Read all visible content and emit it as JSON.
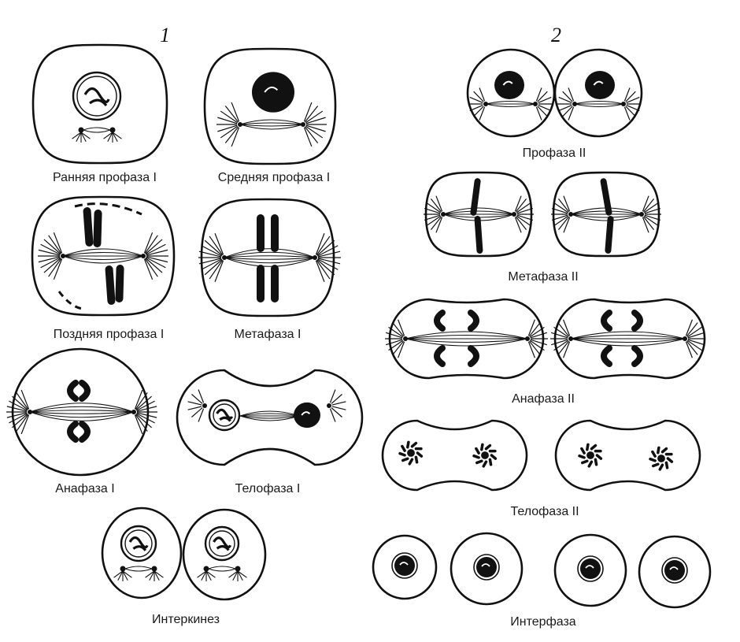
{
  "panel_numbers": {
    "meiosis_1": "1",
    "meiosis_2": "2"
  },
  "meiosis_1": {
    "early_prophase": "Ранняя профаза I",
    "mid_prophase": "Средняя профаза I",
    "late_prophase": "Поздняя профаза I",
    "metaphase": "Метафаза I",
    "anaphase": "Анафаза I",
    "telophase": "Телофаза I",
    "interkinesis": "Интеркинез"
  },
  "meiosis_2": {
    "prophase": "Профаза II",
    "metaphase": "Метафаза II",
    "anaphase": "Анафаза II",
    "telophase": "Телофаза II",
    "interphase": "Интерфаза"
  }
}
